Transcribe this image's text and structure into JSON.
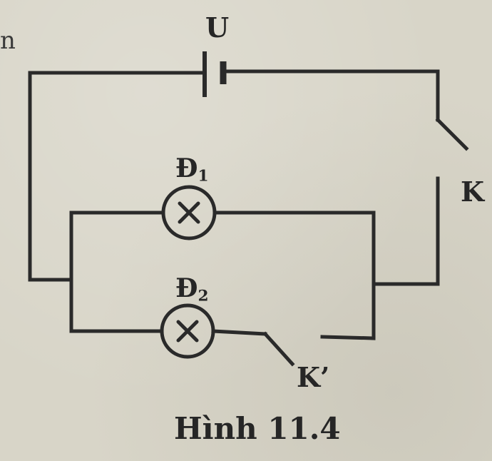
{
  "labels": {
    "source": "U",
    "lamp1": {
      "main": "Đ",
      "sub": "1"
    },
    "lamp2": {
      "main": "Đ",
      "sub": "2"
    },
    "switch_main": "K",
    "switch_branch": "K’",
    "edge_fragment": "n"
  },
  "caption": "Hình 11.4",
  "colors": {
    "ink": "#2a2a2a",
    "paper": "#d8d5c8"
  },
  "icons": {
    "battery": "battery-cell-icon",
    "lamp": "lamp-cross-icon",
    "switch": "open-switch-icon"
  }
}
